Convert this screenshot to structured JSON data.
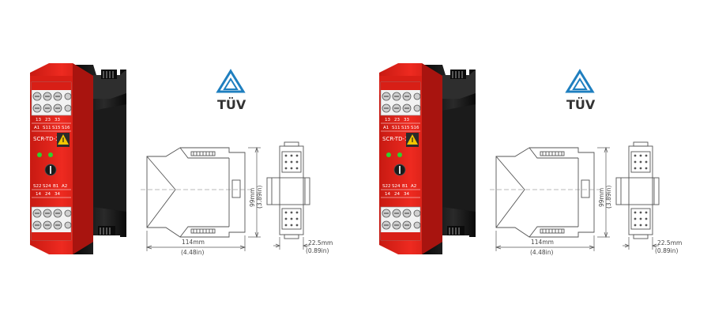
{
  "panels": [
    {
      "model_label": "SCR-TD-1",
      "certification": "TÜV",
      "top_terminal_row1": [
        "13",
        "23",
        "33"
      ],
      "top_terminal_row2": [
        "A1",
        "S11",
        "S15",
        "S16"
      ],
      "bottom_terminal_row1": [
        "S22",
        "S24",
        "B1",
        "A2"
      ],
      "bottom_terminal_row2": [
        "14",
        "24",
        "34"
      ],
      "height_mm": "99mm",
      "height_in": "(3.89in)",
      "depth_mm": "114mm",
      "depth_in": "(4.48in)",
      "width_mm": "22.5mm",
      "width_in": "(0.89in)"
    },
    {
      "model_label": "SCR-TD-1",
      "certification": "TÜV",
      "top_terminal_row1": [
        "13",
        "23",
        "33"
      ],
      "top_terminal_row2": [
        "A1",
        "S11",
        "S15",
        "S16"
      ],
      "bottom_terminal_row1": [
        "S22",
        "S24",
        "B1",
        "A2"
      ],
      "bottom_terminal_row2": [
        "14",
        "24",
        "34"
      ],
      "height_mm": "99mm",
      "height_in": "(3.89in)",
      "depth_mm": "114mm",
      "depth_in": "(4.48in)",
      "width_mm": "22.5mm",
      "width_in": "(0.89in)"
    }
  ],
  "colors": {
    "housing_red": "#e2231a",
    "housing_dark_red": "#a8140f",
    "housing_black": "#151515",
    "tuv_blue": "#1f7fbf",
    "led_green": "#2fd12f",
    "drawing_line": "#555555"
  }
}
